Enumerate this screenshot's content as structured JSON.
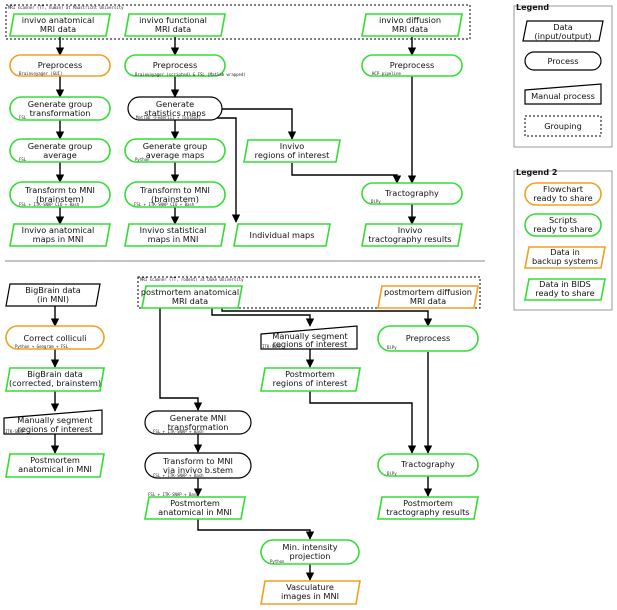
{
  "nodes": {
    "invivo_anat": [
      "invivo anatomical",
      "MRI data"
    ],
    "invivo_func": [
      "invivo functional",
      "MRI data"
    ],
    "invivo_diff": [
      "invivo diffusion",
      "MRI data"
    ],
    "pre_anat": [
      "Preprocess"
    ],
    "pre_func": [
      "Preprocess"
    ],
    "pre_diff": [
      "Preprocess"
    ],
    "gen_grp_trans": [
      "Generate group",
      "transformation"
    ],
    "gen_stat": [
      "Generate",
      "statistics maps"
    ],
    "gen_grp_avg": [
      "Generate group",
      "average"
    ],
    "gen_grp_avg_maps": [
      "Generate group",
      "average maps"
    ],
    "invivo_roi": [
      "Invivo",
      "regions of interest"
    ],
    "tract_top": [
      "Tractography"
    ],
    "tmni_anat": [
      "Transform to MNI",
      "(brainstem)"
    ],
    "tmni_func": [
      "Transform to MNI",
      "(brainstem)"
    ],
    "anat_maps": [
      "Invivo anatomical",
      "maps in MNI"
    ],
    "stat_maps": [
      "Invivo statistical",
      "maps in MNI"
    ],
    "indiv_maps": [
      "Individual maps"
    ],
    "invivo_tract": [
      "Invivo",
      "tractography results"
    ],
    "bigbrain": [
      "BigBrain data",
      "(in MNI)"
    ],
    "correct_coll": [
      "Correct colliculi"
    ],
    "bigbrain_corr": [
      "BigBrain data",
      "(corrected, brainstem)"
    ],
    "manual_seg_left": [
      "Manually segment",
      "regions of interest"
    ],
    "pm_anat_mni_left": [
      "Postmortem",
      "anatomical in MNI"
    ],
    "pm_anat": [
      "postmortem anatomical",
      "MRI data"
    ],
    "pm_diff": [
      "postmortem diffusion",
      "MRI data"
    ],
    "manual_seg_mid": [
      "Manually segment",
      "regions of interest"
    ],
    "pre_pm": [
      "Preprocess"
    ],
    "pm_roi": [
      "Postmortem",
      "regions of interest"
    ],
    "gen_mni": [
      "Generate MNI",
      "transformation"
    ],
    "tmni_pm": [
      "Transform to MNI",
      "via invivo b.stem"
    ],
    "tract_pm": [
      "Tractography"
    ],
    "pm_anat_mni": [
      "Postmortem",
      "anatomical in MNI"
    ],
    "pm_tract": [
      "Postmortem",
      "tractography results"
    ],
    "min_int": [
      "Min. intensity",
      "projection"
    ],
    "vasc": [
      "Vasculature",
      "images in MNI"
    ]
  },
  "tool_notes": {
    "group_top": "MRI scanner (7T, human) at Maastricht University",
    "group_bottom": "MRI scanner (7T, rodent) at Duke University",
    "pre_anat": "Brainvoyager (GUI)",
    "pre_func": "Brainvoyager (scripted) & FSL (Matlab wrapped)",
    "pre_diff": "HCP pipeline",
    "gen_grp_trans": "FSL",
    "gen_stat": "Matlab (Federici + Toolbox)",
    "gen_grp_avg": "FSL",
    "gen_grp_avg_maps": "Python",
    "tmni_anat": "FSL + ITK-SNAP CIO + Bash",
    "tmni_func": "FSL + ITK-SNAP CIO + Bash",
    "tract_top": "DiPy",
    "correct_coll": "Python + Geogram + FSL",
    "manual_seg_left": "ITK-SNAP",
    "manual_seg_mid": "ITK-SNAP",
    "pre_pm": "DiPy",
    "gen_mni": "FSL + ITK-SNAP + Bash",
    "tmni_pm": "FSL + ITK-SNAP + Bash",
    "tract_pm": "DiPy",
    "pm_anat_mni": "FSL + ITK-SNAP + Bash",
    "min_int": "Python"
  },
  "legend": {
    "title": "Legend",
    "data": [
      "Data",
      "(input/output)"
    ],
    "process": [
      "Process"
    ],
    "manual": [
      "Manual process"
    ],
    "grouping": [
      "Grouping"
    ]
  },
  "legend2": {
    "title": "Legend 2",
    "flowchart": [
      "Flowchart",
      "ready to share"
    ],
    "scripts": [
      "Scripts",
      "ready to share"
    ],
    "backup": [
      "Data in",
      "backup systems"
    ],
    "bids": [
      "Data in BIDS",
      "ready to share"
    ]
  },
  "colors": {
    "green": "#33dd33",
    "orange": "#f0a020",
    "black": "#000000"
  }
}
